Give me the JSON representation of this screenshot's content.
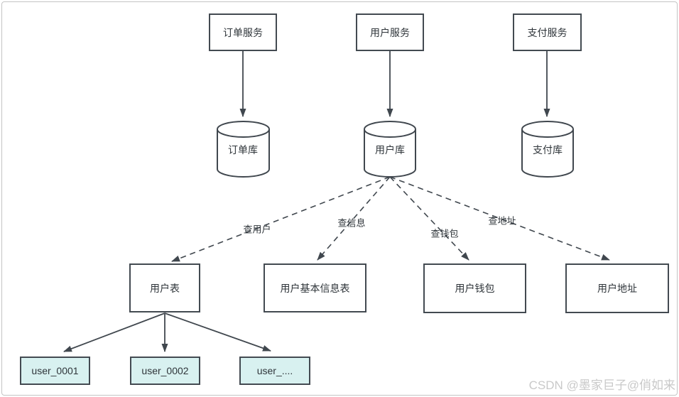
{
  "colors": {
    "line": "#40474e",
    "box_border": "#434a51",
    "box_fill": "#ffffff",
    "shard_fill": "#d8f1f0",
    "text": "#2f353a",
    "watermark": "#c9c9c9",
    "canvas_border": "#c4c4c4",
    "background": "#ffffff"
  },
  "diagram": {
    "services": [
      {
        "label": "订单服务"
      },
      {
        "label": "用户服务"
      },
      {
        "label": "支付服务"
      }
    ],
    "databases": [
      {
        "label": "订单库"
      },
      {
        "label": "用户库"
      },
      {
        "label": "支付库"
      }
    ],
    "tables": [
      {
        "label": "用户表"
      },
      {
        "label": "用户基本信息表"
      },
      {
        "label": "用户钱包"
      },
      {
        "label": "用户地址"
      }
    ],
    "shards": [
      {
        "label": "user_0001"
      },
      {
        "label": "user_0002"
      },
      {
        "label": "user_...."
      }
    ],
    "edge_labels": [
      {
        "label": "查用户"
      },
      {
        "label": "查信息"
      },
      {
        "label": "查钱包"
      },
      {
        "label": "查地址"
      }
    ]
  },
  "watermark": {
    "text": "CSDN @墨家巨子@俏如来"
  }
}
